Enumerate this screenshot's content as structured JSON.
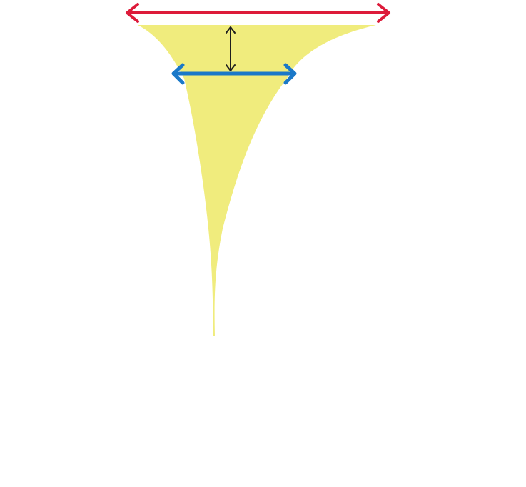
{
  "diagram": {
    "shape": "tapered-yellow-funnel",
    "arrows": [
      {
        "name": "top-width",
        "kind": "double-headed",
        "orientation": "horizontal"
      },
      {
        "name": "lower-width",
        "kind": "double-headed",
        "orientation": "horizontal"
      },
      {
        "name": "separation",
        "kind": "double-headed",
        "orientation": "vertical"
      }
    ]
  },
  "colors": {
    "background": "#ffffff",
    "funnel_fill": "#f0ec7d",
    "top_width_arrow": "#dd1b3a",
    "lower_width_arrow": "#1a78c8",
    "separation_arrow": "#1e1e1e"
  }
}
